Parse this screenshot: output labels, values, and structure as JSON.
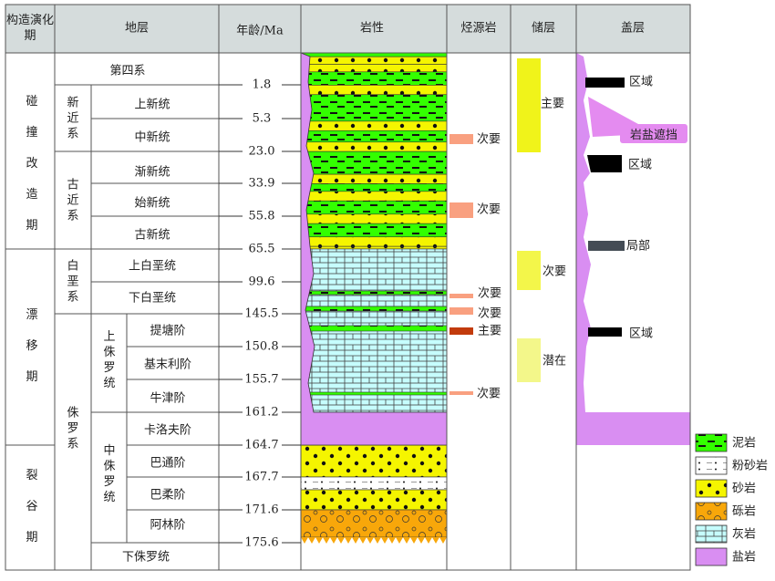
{
  "header": {
    "period": "构造演化期",
    "strata": "地层",
    "age": "年龄/Ma",
    "lithology": "岩性",
    "source": "烃源岩",
    "reservoir": "储层",
    "cap": "盖层"
  },
  "periods": [
    "碰撞改造期",
    "漂移期",
    "裂谷期"
  ],
  "systems": [
    "第四系",
    "新近系",
    "古近系",
    "白垩系",
    "侏罗系"
  ],
  "series": [
    "上新统",
    "中新统",
    "渐新统",
    "始新统",
    "古新统",
    "上白垩统",
    "下白垩统",
    "上侏罗统",
    "中侏罗统",
    "下侏罗统"
  ],
  "stages": [
    "提塘阶",
    "基末利阶",
    "牛津阶",
    "卡洛夫阶",
    "巴通阶",
    "巴柔阶",
    "阿林阶"
  ],
  "ages": [
    "1.8",
    "5.3",
    "23.0",
    "33.9",
    "55.8",
    "65.5",
    "99.6",
    "145.5",
    "150.8",
    "155.7",
    "161.2",
    "164.7",
    "167.7",
    "171.6",
    "175.6"
  ],
  "source_rocks": [
    {
      "label": "次要"
    },
    {
      "label": "次要"
    },
    {
      "label": "次要"
    },
    {
      "label": "次要"
    },
    {
      "label": "主要",
      "color": "#c23b0c"
    },
    {
      "label": "次要"
    }
  ],
  "reservoirs": [
    {
      "label": "主要",
      "color": "#f0f31a"
    },
    {
      "label": "次要",
      "color": "#f3f64a"
    },
    {
      "label": "潜在",
      "color": "#f3f78a"
    }
  ],
  "caps": [
    {
      "label": "区域"
    },
    {
      "label": "区域"
    },
    {
      "label": "局部",
      "color": "#444c55"
    },
    {
      "label": "区域"
    }
  ],
  "salt_callout": "岩盐遮挡",
  "legend": [
    "泥岩",
    "粉砂岩",
    "砂岩",
    "砾岩",
    "灰岩",
    "盐岩"
  ],
  "colors": {
    "mud": "#33ff00",
    "sand": "#f5f500",
    "salt": "#d98ef2",
    "lime": "#c6fdfd",
    "conglomerate": "#f8a70a",
    "header": "#d5dcdc"
  }
}
